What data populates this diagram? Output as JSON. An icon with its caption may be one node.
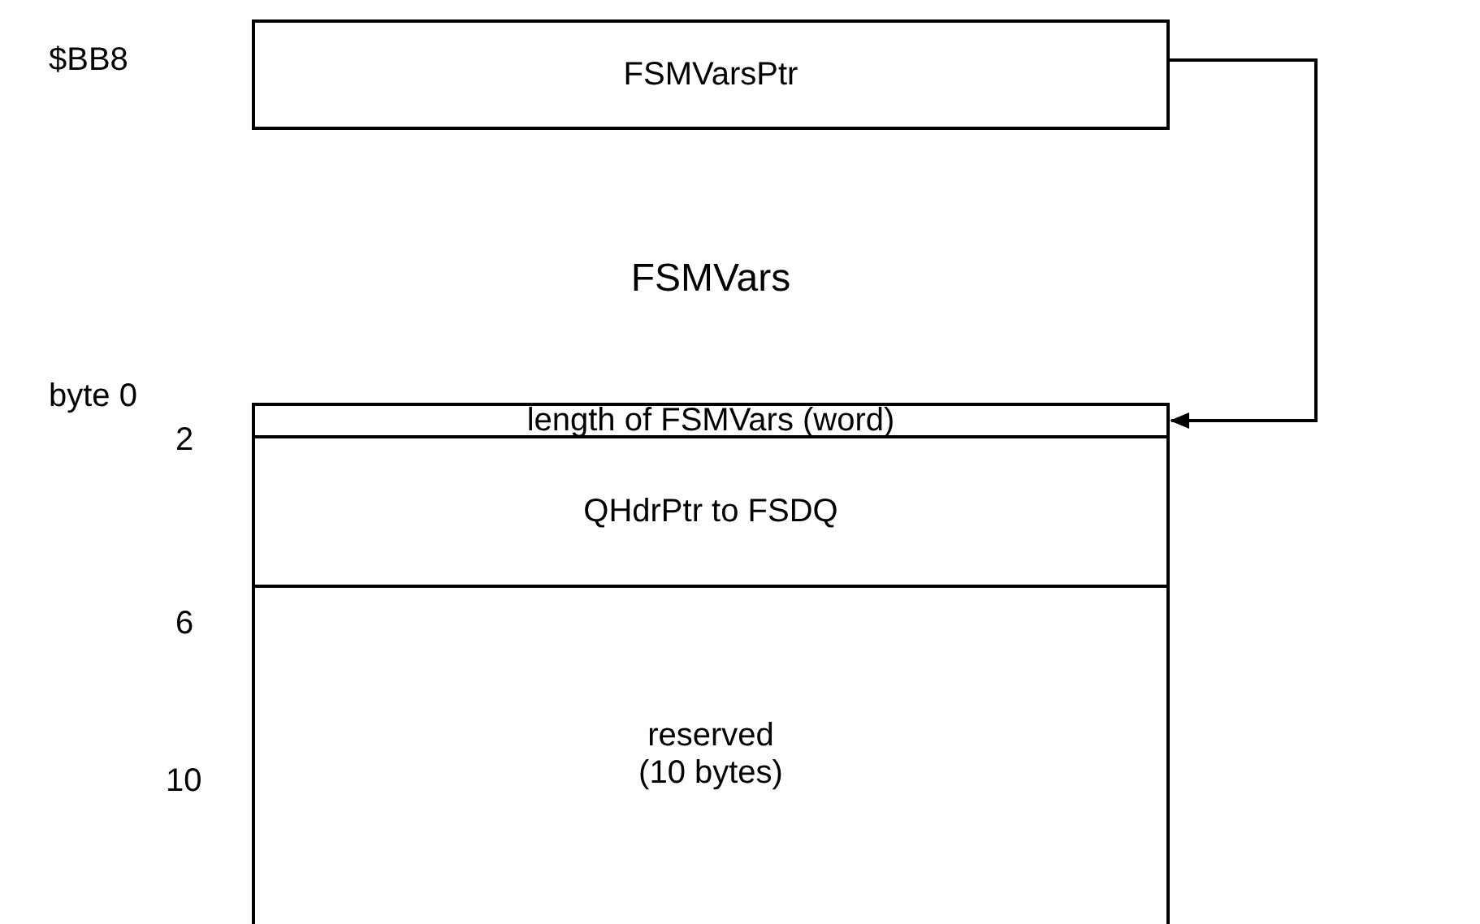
{
  "diagram": {
    "nodes": [
      {
        "text": [
          "FSMVarsPtr"
        ],
        "beside": [
          "$BB8"
        ]
      },
      {
        "text": [
          "FSMVars"
        ]
      },
      {
        "text": [
          "length of FSMVars (word)"
        ],
        "in": 1
      },
      {
        "text": [
          "QHdrPtr to FSDQ"
        ],
        "in": 1
      },
      {
        "text": [
          "reserved (10 bytes)"
        ],
        "in": 1
      }
    ],
    "edges": [
      {
        "from": 0,
        "to": 2,
        "arrow": "to"
      }
    ],
    "labels": [
      "byte 0",
      "2",
      "6",
      "10"
    ]
  }
}
